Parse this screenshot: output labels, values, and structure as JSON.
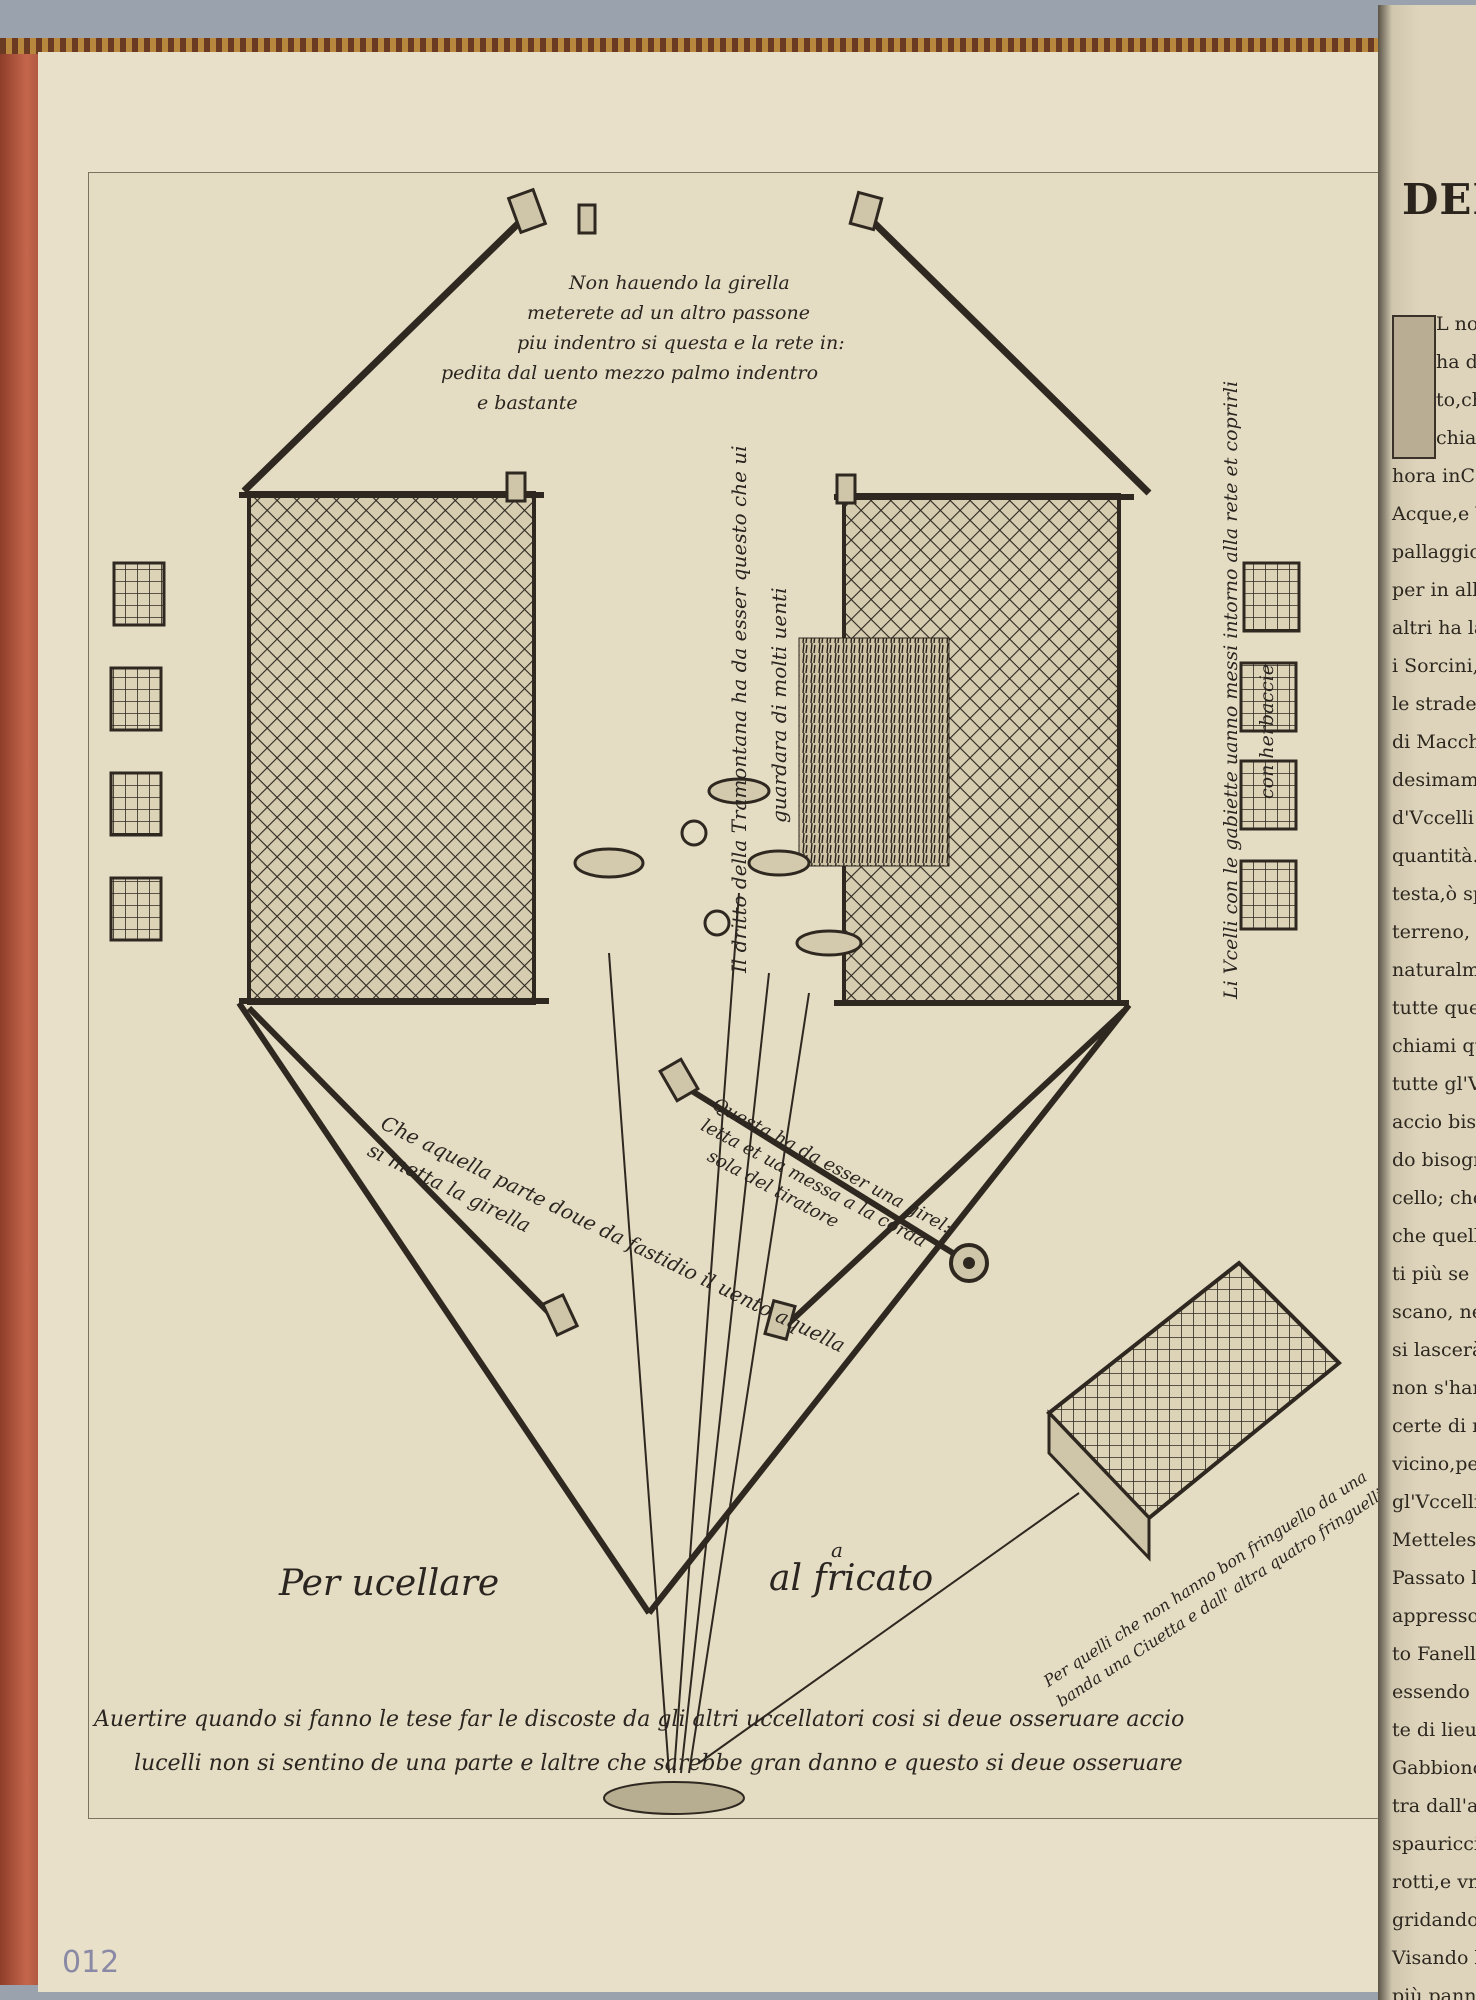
{
  "left_page": {
    "note_girella": [
      "Non hauendo la girella",
      "meterete ad un altro passone",
      "piu indentro si questa e la rete in:",
      "pedita dal uento mezzo palmo indentro",
      "e bastante"
    ],
    "note_tramontana": [
      "Il dritto della Tramontana ha da esser questo che ui",
      "guardara di molti uenti"
    ],
    "note_gabbiette": [
      "Li Vcelli con le gabiette uanno messi intorno alla rete et coprirli",
      "con herbaccie"
    ],
    "note_fastidio": [
      "Che aquella parte doue da fastidio il uento aquella",
      "si metta la girella"
    ],
    "note_questa": [
      "Questa ha da esser una girel:",
      "letta et ua messa a la corda",
      "sola del tiratore"
    ],
    "title_left": "Per ucellare",
    "title_right": "al fricato",
    "title_accent": "a",
    "note_fringuello": [
      "Per quelli che non hanno bon fringuello da una",
      "banda una Ciuetta e dall' altra quatro fringuelli"
    ],
    "bottom_note": [
      "Auertire quando si fanno le tese far le discoste da gli altri uccellatori cosi si deue osseruare accio",
      "lucelli non si sentino de una parte e laltre che sarebbe gran danno e questo si deue osseruare"
    ],
    "folio": "012"
  },
  "right_page": {
    "header": "DELL'",
    "lines": [
      "L nome",
      "ha da",
      "to,che",
      "chiam",
      "hora inCollina,e",
      "Acque,e Vie, qua",
      "pallaggio de gl'V",
      "per in all'Ognisa",
      "altri ha la comodo",
      "i Sorcini,e Zodolo",
      "le strade à Passere",
      "di Macchia,e All",
      "desimamète, che",
      "d'Vccelli de rich",
      "quantità. A que l",
      "testa,ò spianato,",
      "terreno, posisin fa",
      "naturalmente, Secc",
      "tutte quelle stesse",
      "chiami quegl' V",
      "tutte gl'Vccelli de",
      "accio bisogni per",
      "do bisogna, com",
      "cello; che legaro",
      "che quello dall' V",
      "ti più se n'hà, e q",
      "scano, ne appic",
      "si lascerà l'occhic",
      "non s'hanno mai",
      "certe di non dan",
      "vicino,perche fi",
      "gl'Vccelli, bisog",
      "Mettelesse à lieu",
      "Passato l'Og",
      "appresso alla Re",
      "to Fanello,e Ca",
      "essendo questa l",
      "te di lieue . Per",
      "Gabbioncino",
      "tra dall'altro qu",
      "spauricci detti V",
      "rotti,e vn'altra",
      "gridando feruc",
      "Visando la re",
      "più panno,o n"
    ]
  }
}
